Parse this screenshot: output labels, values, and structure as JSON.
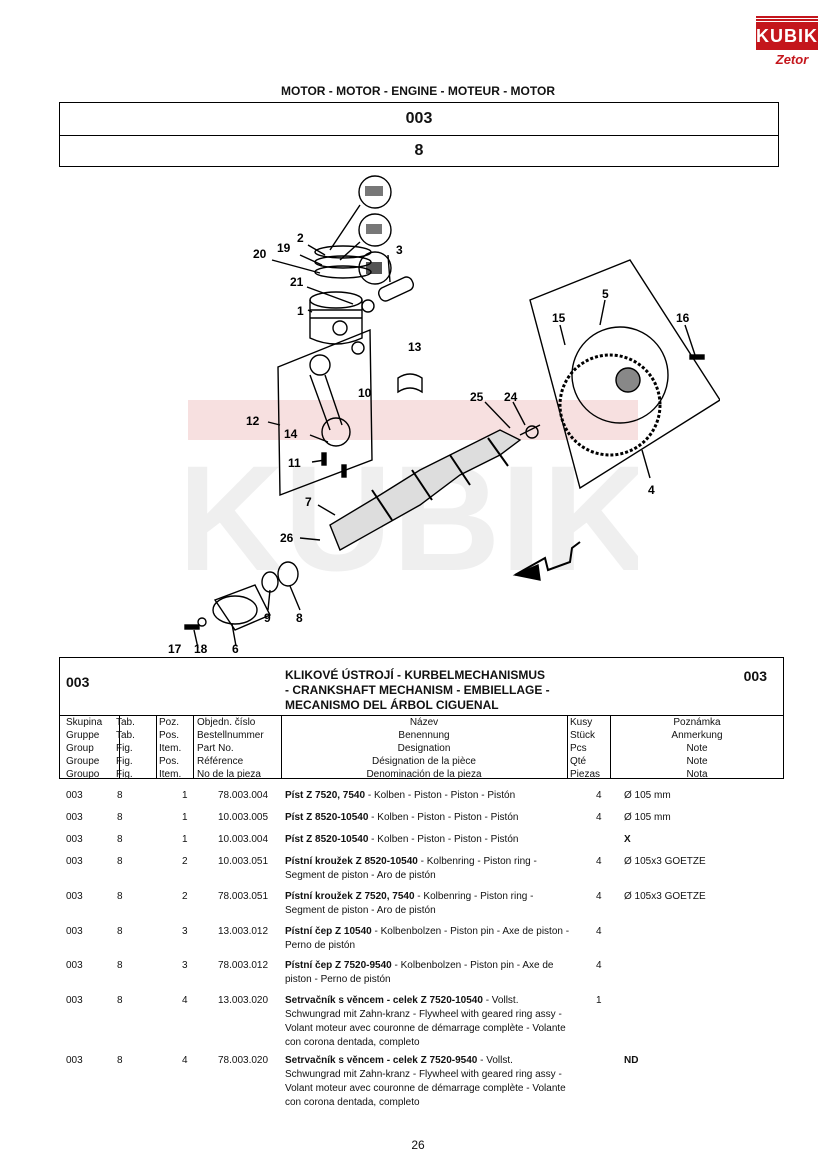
{
  "logo": {
    "brand": "KUBIK",
    "sub": "Zetor"
  },
  "heading": "MOTOR - MOTOR - ENGINE - MOTEUR - MOTOR",
  "group_box": "003",
  "table_box": "8",
  "watermark_text": "KUBIK",
  "callouts": [
    "2",
    "19",
    "20",
    "3",
    "21",
    "1",
    "13",
    "10",
    "12",
    "14",
    "11",
    "7",
    "26",
    "5",
    "15",
    "16",
    "25",
    "24",
    "4",
    "9",
    "8",
    "17",
    "18",
    "6"
  ],
  "section": {
    "code_left": "003",
    "code_right": "003",
    "title_lines": [
      "KLIKOVÉ ÚSTROJÍ - KURBELMECHANISMUS",
      "- CRANKSHAFT MECHANISM - EMBIELLAGE -",
      "MECANISMO DEL ÁRBOL CIGUENAL"
    ]
  },
  "columns": {
    "group": [
      "Skupina",
      "Gruppe",
      "Group",
      "Groupe",
      "Groupo"
    ],
    "table": [
      "Tab.",
      "Tab.",
      "Fig.",
      "Fig.",
      "Fig."
    ],
    "pos": [
      "Poz.",
      "Pos.",
      "Item.",
      "Pos.",
      "Item."
    ],
    "partno": [
      "Objedn. číslo",
      "Bestellnummer",
      "Part No.",
      "Référence",
      "No de la pieza"
    ],
    "name": [
      "Název",
      "Benennung",
      "Designation",
      "Désignation de la pièce",
      "Denominación de la pieza"
    ],
    "qty": [
      "Kusy",
      "Stück",
      "Pcs",
      "Qté",
      "Piezas"
    ],
    "note": [
      "Poznámka",
      "Anmerkung",
      "Note",
      "Note",
      "Nota"
    ]
  },
  "rows": [
    {
      "group": "003",
      "table": "8",
      "pos": "1",
      "partno": "78.003.004",
      "name_bold": "Píst Z 7520, 7540",
      "name_rest": " - Kolben - Piston - Piston - Pistón",
      "qty": "4",
      "note": "Ø 105 mm"
    },
    {
      "group": "003",
      "table": "8",
      "pos": "1",
      "partno": "10.003.005",
      "name_bold": "Píst Z 8520-10540",
      "name_rest": " - Kolben - Piston - Piston - Pistón",
      "qty": "4",
      "note": "Ø 105 mm"
    },
    {
      "group": "003",
      "table": "8",
      "pos": "1",
      "partno": "10.003.004",
      "name_bold": "Píst Z 8520-10540",
      "name_rest": " - Kolben - Piston - Piston - Pistón",
      "qty": "",
      "note": "X"
    },
    {
      "group": "003",
      "table": "8",
      "pos": "2",
      "partno": "10.003.051",
      "name_bold": "Pístní kroužek Z 8520-10540",
      "name_rest": " - Kolbenring - Piston ring - Segment de piston - Aro de pistón",
      "qty": "4",
      "note": "Ø 105x3 GOETZE"
    },
    {
      "group": "003",
      "table": "8",
      "pos": "2",
      "partno": "78.003.051",
      "name_bold": "Pístní kroužek Z 7520, 7540",
      "name_rest": " - Kolbenring - Piston ring - Segment de piston - Aro de pistón",
      "qty": "4",
      "note": "Ø 105x3 GOETZE"
    },
    {
      "group": "003",
      "table": "8",
      "pos": "3",
      "partno": "13.003.012",
      "name_bold": "Pístní čep Z 10540",
      "name_rest": " - Kolbenbolzen - Piston pin - Axe de piston - Perno de pistón",
      "qty": "4",
      "note": ""
    },
    {
      "group": "003",
      "table": "8",
      "pos": "3",
      "partno": "78.003.012",
      "name_bold": "Pístní čep Z 7520-9540",
      "name_rest": " - Kolbenbolzen - Piston pin - Axe de piston - Perno de pistón",
      "qty": "4",
      "note": ""
    },
    {
      "group": "003",
      "table": "8",
      "pos": "4",
      "partno": "13.003.020",
      "name_bold": "Setrvačník s věncem - celek Z 7520-10540",
      "name_rest": " - Vollst. Schwungrad mit Zahn-kranz - Flywheel with  geared ring assy - Volant moteur avec couronne de démarrage complète - Volante con corona dentada, completo",
      "qty": "1",
      "note": ""
    },
    {
      "group": "003",
      "table": "8",
      "pos": "4",
      "partno": "78.003.020",
      "name_bold": "Setrvačník s věncem - celek Z 7520-9540",
      "name_rest": " - Vollst. Schwungrad mit Zahn-kranz - Flywheel with  geared ring assy - Volant moteur avec couronne de démarrage complète - Volante con corona dentada, completo",
      "qty": "",
      "note": "ND"
    }
  ],
  "page_number": "26"
}
